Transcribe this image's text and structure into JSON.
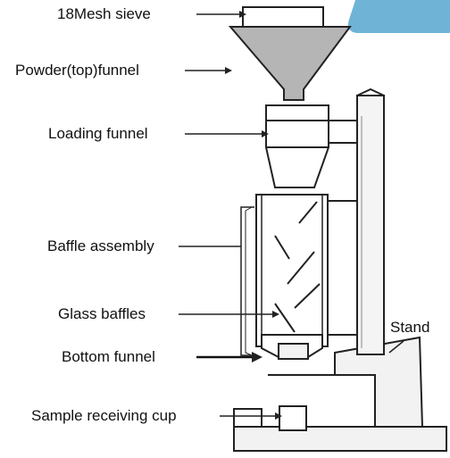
{
  "labels": {
    "sieve": "18Mesh sieve",
    "powder_funnel": "Powder(top)funnel",
    "loading_funnel": "Loading funnel",
    "baffle_assembly": "Baffle assembly",
    "glass_baffles": "Glass baffles",
    "bottom_funnel": "Bottom funnel",
    "sample_cup": "Sample receiving cup",
    "stand": "Stand"
  },
  "colors": {
    "line": "#222222",
    "powder": "#b5b5b5",
    "badge": "#6fb3d6",
    "stand_fill": "#f2f2f2"
  }
}
